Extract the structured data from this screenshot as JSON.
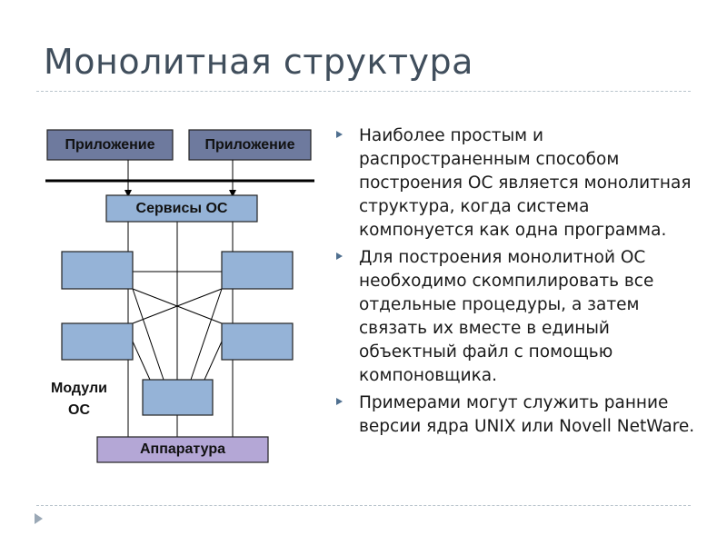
{
  "slide": {
    "title": "Монолитная структура"
  },
  "diagram": {
    "app_box_1": "Приложение",
    "app_box_2": "Приложение",
    "services_box": "Сервисы ОС",
    "hardware_box": "Аппаратура",
    "modules_label_line1": "Модули",
    "modules_label_line2": "ОС"
  },
  "bullets": [
    "Наиболее простым и распространенным способом построения ОС является монолитная структура, когда система компонуется как одна программа.",
    "Для построения монолитной ОС необходимо скомпилировать все отдельные процедуры, а затем связать их вместе в единый объектный файл с помощью компоновщика.",
    "Примерами могут служить ранние версии ядра UNIX или Novell NetWare."
  ],
  "colors": {
    "app_box_fill": "#6e7a9e",
    "module_box_fill": "#95b3d7",
    "hardware_box_fill": "#b4a7d6",
    "title_color": "#404e5c",
    "bullet_color": "#4f6f8f"
  },
  "icons": {
    "bullet": "triangle-bullet-icon",
    "nav": "nav-arrow-icon"
  }
}
